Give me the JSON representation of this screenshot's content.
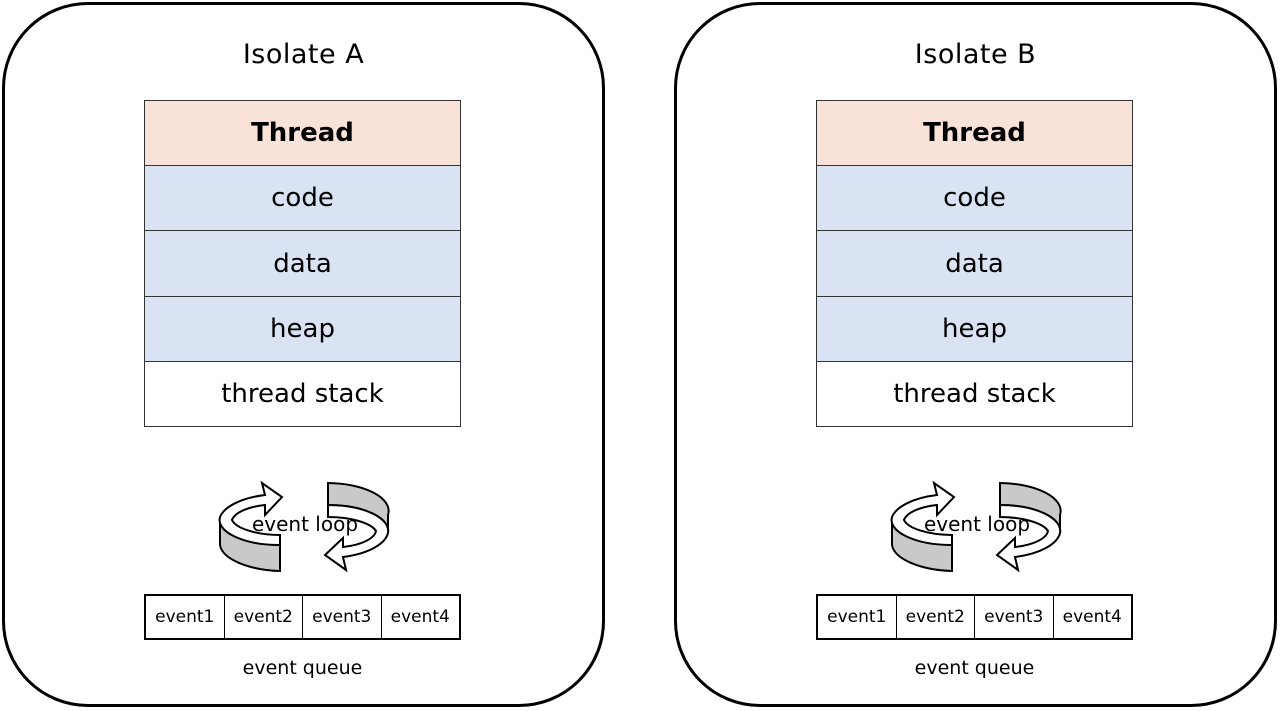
{
  "isolates": [
    {
      "title": "Isolate A",
      "memory": [
        "Thread",
        "code",
        "data",
        "heap",
        "thread stack"
      ],
      "loop_label": "event loop",
      "queue": [
        "event1",
        "event2",
        "event3",
        "event4"
      ],
      "queue_label": "event queue"
    },
    {
      "title": "Isolate B",
      "memory": [
        "Thread",
        "code",
        "data",
        "heap",
        "thread stack"
      ],
      "loop_label": "event loop",
      "queue": [
        "event1",
        "event2",
        "event3",
        "event4"
      ],
      "queue_label": "event queue"
    }
  ],
  "colors": {
    "thread_fill": "#f9e3d8",
    "memory_fill": "#dae3f3",
    "arrow_band": "#c9c9c9"
  },
  "icons": [
    "circular-arrows-icon"
  ]
}
